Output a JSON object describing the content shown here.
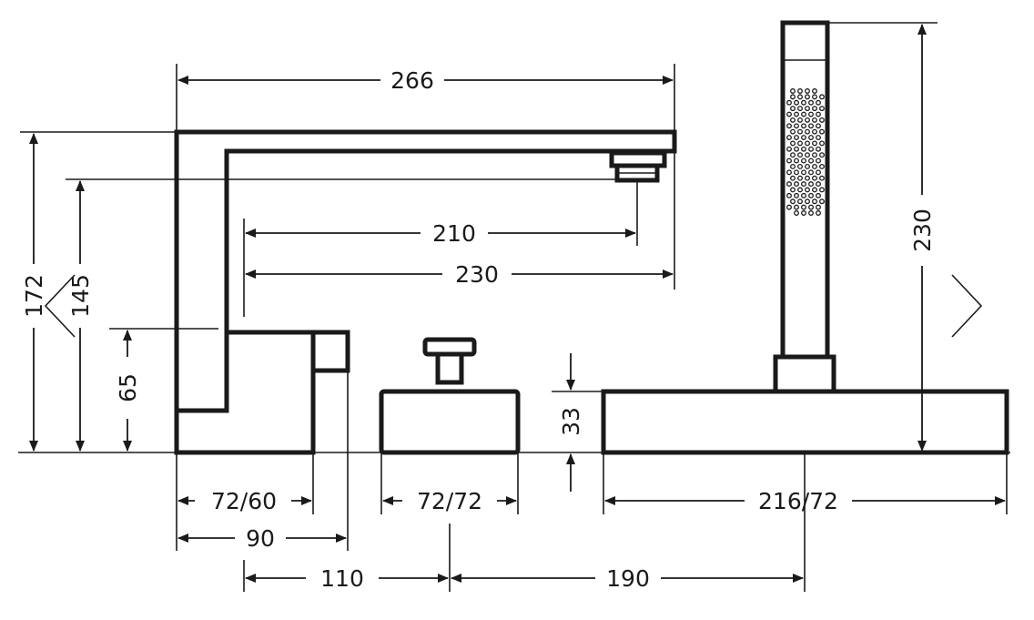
{
  "dimensions": {
    "overall_length": "266",
    "spout_reach_outlet": "210",
    "spout_reach": "230",
    "overall_height": "172",
    "outlet_height": "145",
    "body_height": "65",
    "spout_base": "72/60",
    "spout_depth": "90",
    "spacing_spout_valve": "110",
    "valve_base": "72/72",
    "spacing_valve_shower": "190",
    "shower_base": "216/72",
    "shower_base_height": "33",
    "hand_shower_length": "230"
  },
  "nav": {
    "prev_icon": "chevron-left-icon",
    "next_icon": "chevron-right-icon"
  }
}
